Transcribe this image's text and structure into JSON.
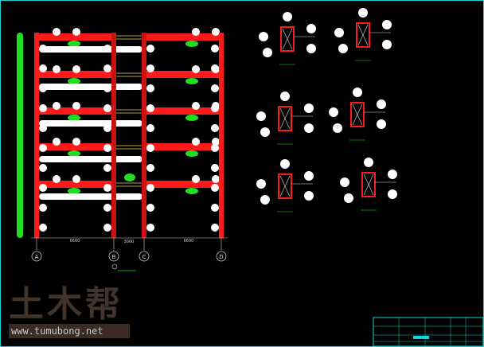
{
  "drawing": {
    "axes": [
      "A",
      "B",
      "C",
      "D"
    ],
    "dimensions": [
      "6600",
      "3000",
      "6600"
    ],
    "frame_colors": {
      "beam": "#ff1a1a",
      "column": "#ff1a1a",
      "annotation": "#ffffff",
      "marker": "#22dd22",
      "border": "#19d3d3"
    }
  },
  "watermark": {
    "logo": "土木帮",
    "url": "www.tumubong.net"
  }
}
